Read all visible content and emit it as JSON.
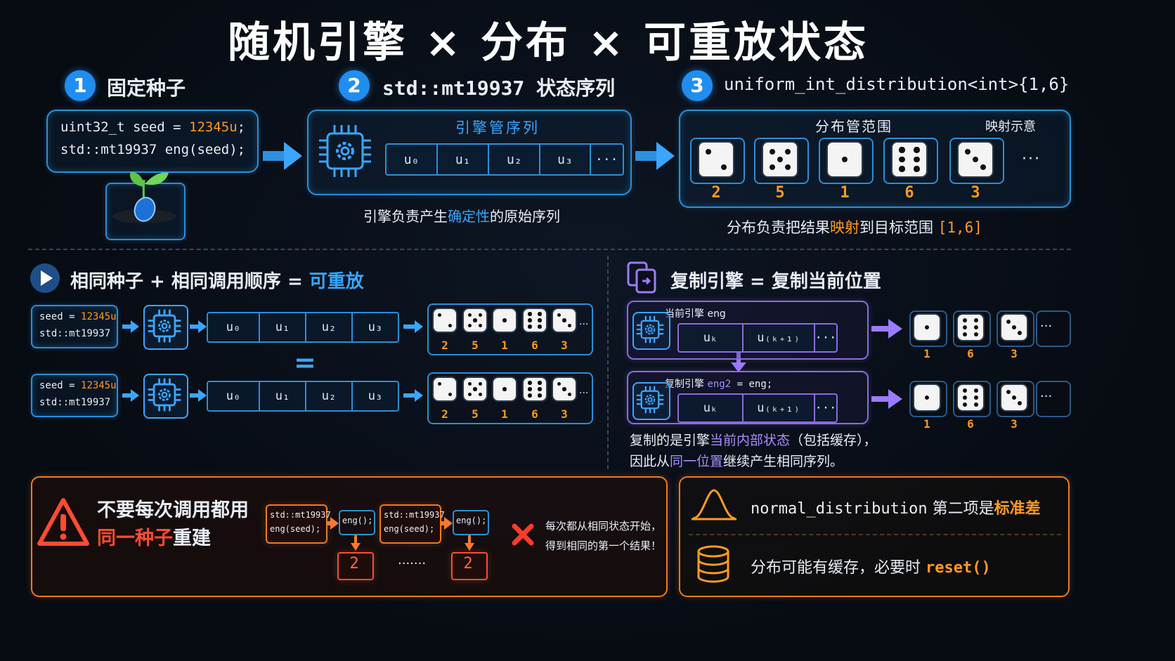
{
  "title": "随机引擎 × 分布 × 可重放状态",
  "step1": {
    "num": "1",
    "label": "固定种子",
    "code_l1_a": "uint32_t seed = ",
    "code_l1_b": "12345u",
    "code_l1_c": ";",
    "code_l2": "std::mt19937 eng(seed);"
  },
  "step2": {
    "num": "2",
    "label": "std::mt19937 状态序列",
    "box_title": "引擎管序列",
    "cells": [
      "u₀",
      "u₁",
      "u₂",
      "u₃",
      "···"
    ],
    "caption_a": "引擎负责产生",
    "caption_b": "确定性",
    "caption_c": "的原始序列"
  },
  "step3": {
    "num": "3",
    "label": "uniform_int_distribution<int>{1,6}",
    "box_title": "分布管范围",
    "box_title2": "映射示意",
    "dice": [
      2,
      5,
      1,
      6,
      3
    ],
    "ellipsis": "···",
    "caption_a": "分布负责把结果",
    "caption_b": "映射",
    "caption_c": "到目标范围 ",
    "caption_d": "[1,6]"
  },
  "replay": {
    "title_a": "相同种子 + 相同调用顺序 = ",
    "title_b": "可重放",
    "seed_a": "seed = ",
    "seed_b": "12345u",
    "engine": "std::mt19937",
    "cells": [
      "u₀",
      "u₁",
      "u₂",
      "u₃"
    ],
    "dice": [
      2,
      5,
      1,
      6,
      3
    ],
    "equals": "=",
    "ellipsis": "···"
  },
  "copy": {
    "title": "复制引擎 = 复制当前位置",
    "eng1_label": "当前引擎 eng",
    "eng2_label_a": "复制引擎 ",
    "eng2_label_b": "eng2",
    "eng2_label_c": " = eng;",
    "cells": [
      "uₖ",
      "u₍ₖ₊₁₎",
      "···"
    ],
    "dice": [
      1,
      6,
      3
    ],
    "ellipsis": "···",
    "caption1_a": "复制的是引擎",
    "caption1_b": "当前内部状态",
    "caption1_c": "（包括缓存），",
    "caption2_a": "因此从",
    "caption2_b": "同一位置",
    "caption2_c": "继续产生相同序列。"
  },
  "warning": {
    "title1": "不要每次调用都用",
    "title2_a": "同一种子",
    "title2_b": "重建",
    "code_l1": "std::mt19937",
    "code_l2": "eng(seed);",
    "call": "eng();",
    "result": "2",
    "dots": "·······",
    "note1": "每次都从相同状态开始，",
    "note2": "得到相同的第一个结果！"
  },
  "tips": {
    "tip1_a": "normal_distribution",
    "tip1_b": " 第二项是",
    "tip1_c": "标准差",
    "tip2_a": "分布可能有缓存，必要时 ",
    "tip2_b": "reset()"
  }
}
